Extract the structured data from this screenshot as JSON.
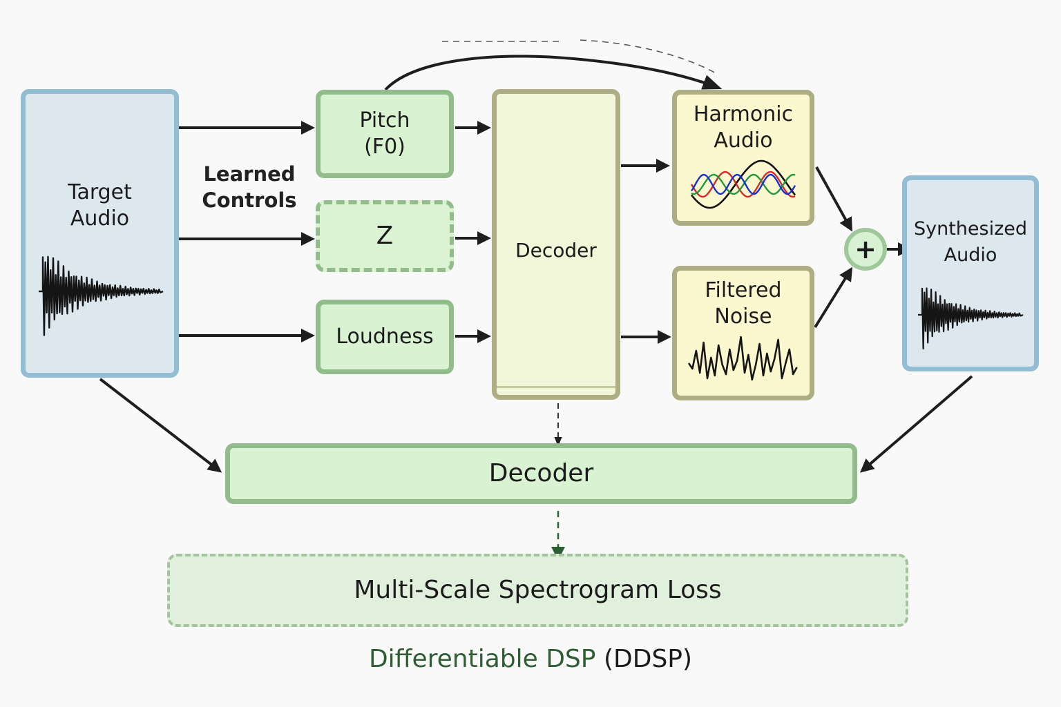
{
  "diagram": {
    "title": "Differentiable DSP",
    "title_suffix": "(DDSP)",
    "annotation": "Learned Controls",
    "nodes": {
      "target_audio": {
        "label": "Target Audio",
        "icon": "decaying-waveform-icon"
      },
      "pitch": {
        "label_line1": "Pitch",
        "label_line2": "(F0)"
      },
      "z": {
        "label": "Z",
        "style": "dashed"
      },
      "loudness": {
        "label": "Loudness"
      },
      "decoder_main": {
        "label": "Decoder"
      },
      "harmonic_audio": {
        "label_line1": "Harmonic",
        "label_line2": "Audio",
        "icon": "harmonic-sines-icon"
      },
      "filtered_noise": {
        "label_line1": "Filtered",
        "label_line2": "Noise",
        "icon": "noise-waveform-icon"
      },
      "sum": {
        "symbol": "+"
      },
      "synthesized_audio": {
        "label_line1": "Synthesized",
        "label_line2": "Audio",
        "icon": "decaying-waveform-icon"
      },
      "decoder_bottom": {
        "label": "Decoder"
      },
      "loss": {
        "label": "Multi-Scale Spectrogram Loss",
        "style": "dashed"
      }
    },
    "edges": [
      {
        "from": "target_audio",
        "to": "pitch",
        "style": "solid"
      },
      {
        "from": "target_audio",
        "to": "z",
        "style": "solid"
      },
      {
        "from": "target_audio",
        "to": "loudness",
        "style": "solid"
      },
      {
        "from": "pitch",
        "to": "decoder_main",
        "style": "solid"
      },
      {
        "from": "z",
        "to": "decoder_main",
        "style": "solid"
      },
      {
        "from": "loudness",
        "to": "decoder_main",
        "style": "solid"
      },
      {
        "from": "pitch",
        "to": "harmonic_audio",
        "style": "solid-curved"
      },
      {
        "from": "decoder_main",
        "to": "harmonic_audio",
        "style": "solid"
      },
      {
        "from": "decoder_main",
        "to": "filtered_noise",
        "style": "solid"
      },
      {
        "from": "harmonic_audio",
        "to": "sum",
        "style": "solid"
      },
      {
        "from": "filtered_noise",
        "to": "sum",
        "style": "solid"
      },
      {
        "from": "sum",
        "to": "synthesized_audio",
        "style": "solid"
      },
      {
        "from": "target_audio",
        "to": "decoder_bottom",
        "style": "solid"
      },
      {
        "from": "synthesized_audio",
        "to": "decoder_bottom",
        "style": "solid"
      },
      {
        "from": "decoder_main",
        "to": "decoder_bottom",
        "style": "dashed"
      },
      {
        "from": "decoder_bottom",
        "to": "loss",
        "style": "dashed"
      }
    ],
    "colors": {
      "audio_fill": "#dce8ee",
      "audio_border": "#93bdd3",
      "control_fill": "#d9f3d2",
      "control_border": "#93bc8d",
      "synth_fill": "#fbf8cf",
      "synth_border": "#aeae84",
      "caption_accent": "#2f5d34",
      "harmonic_colors": [
        "#111111",
        "#d62a2a",
        "#1f9a3a",
        "#1a2fd0"
      ]
    }
  }
}
